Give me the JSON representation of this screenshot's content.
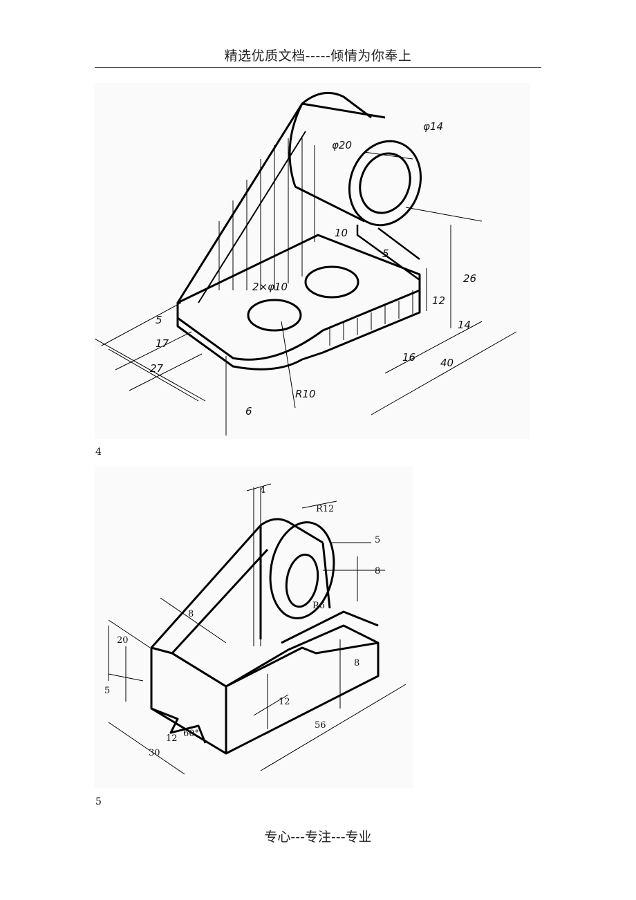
{
  "header": {
    "title": "精选优质文档-----倾情为你奉上"
  },
  "figure4": {
    "number": "4",
    "labels": {
      "phi14": "φ14",
      "phi20": "φ20",
      "d10": "10",
      "d5top": "5",
      "holes": "2×φ10",
      "d26": "26",
      "d12": "12",
      "d14": "14",
      "d40": "40",
      "d16": "16",
      "r10": "R10",
      "d6": "6",
      "d27": "27",
      "d17": "17",
      "d5left": "5"
    }
  },
  "figure5": {
    "number": "5",
    "labels": {
      "d4": "4",
      "r12": "R12",
      "d5": "5",
      "d8right": "8",
      "r6": "R6",
      "d8diag": "8",
      "d20": "20",
      "d5left": "5",
      "d8step": "8",
      "d12": "12",
      "d56": "56",
      "d12b": "12",
      "a60": "60°",
      "d30": "30"
    }
  },
  "footer": {
    "text": "专心---专注---专业"
  }
}
